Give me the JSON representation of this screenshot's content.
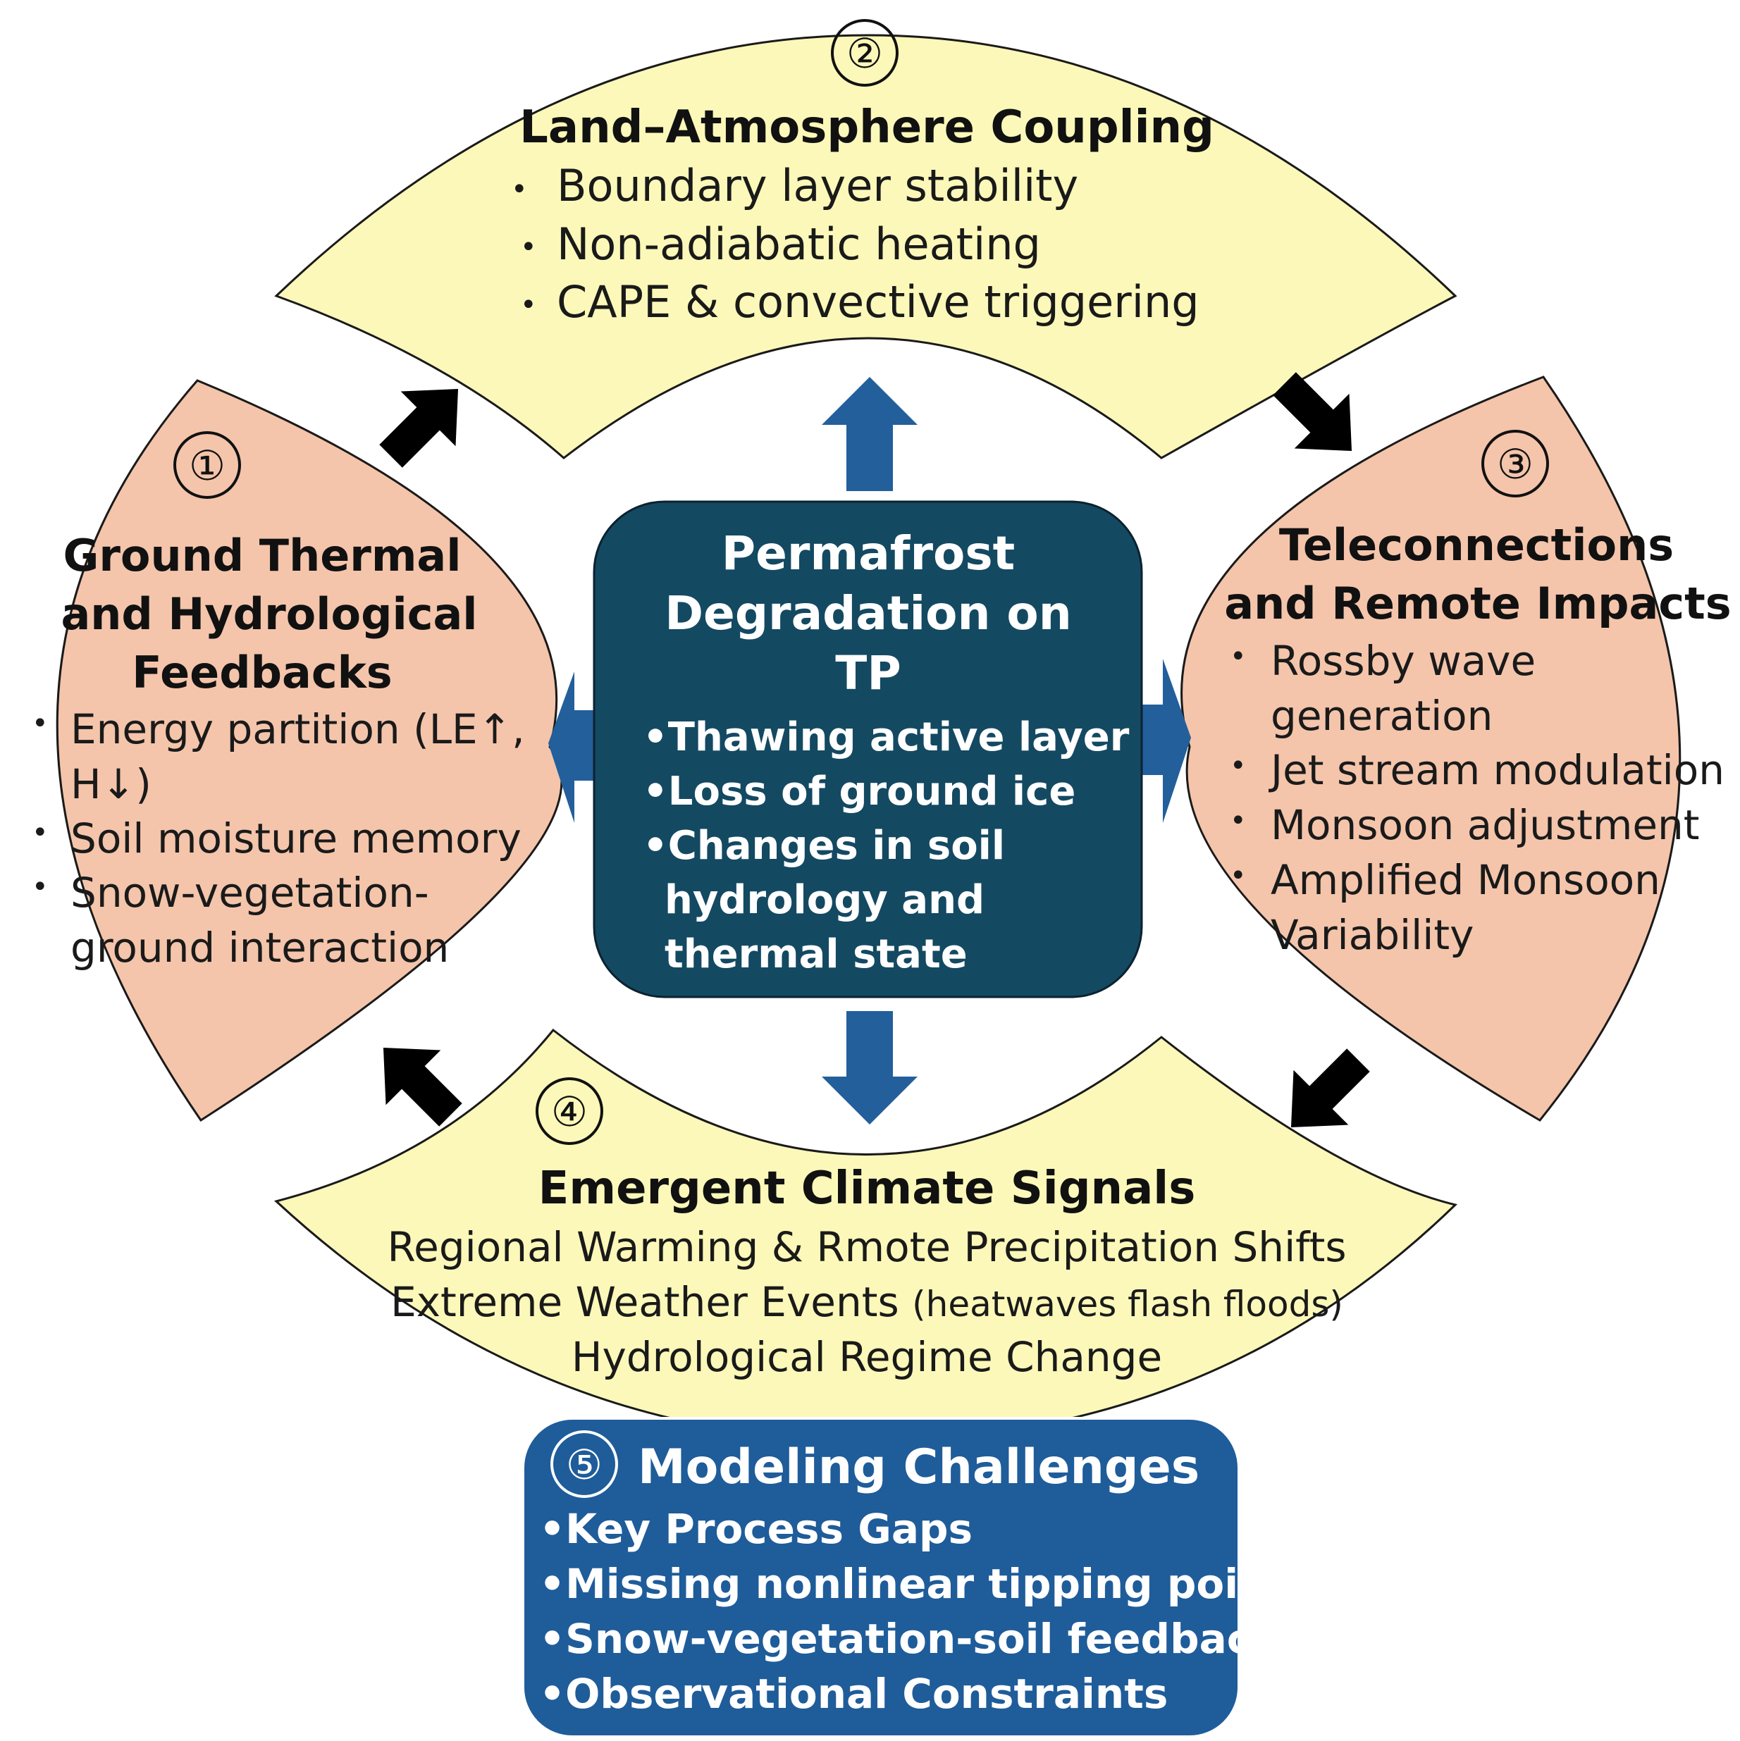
{
  "colors": {
    "yellow_fill": "#fbf8b9",
    "salmon_fill": "#f4c5ab",
    "center_fill": "#144962",
    "modeling_fill": "#1f5c9a",
    "blue_arrow": "#235f9b",
    "black_arrow": "#000000"
  },
  "center": {
    "title_lines": [
      "Permafrost",
      "Degradation on",
      "TP"
    ],
    "bullets": [
      "•Thawing active layer",
      "•Loss of ground ice",
      "•Changes in soil"
    ],
    "continuation": [
      "hydrology and",
      "thermal state"
    ]
  },
  "box1": {
    "number": "①",
    "title_lines": [
      "Ground Thermal",
      "and Hydrological",
      "Feedbacks"
    ],
    "bullet_marks": [
      "•",
      "•",
      "•"
    ],
    "lines": [
      "Energy partition (LE↑,",
      "H↓)",
      "Soil moisture memory",
      "Snow-vegetation-",
      "ground interaction"
    ]
  },
  "box2": {
    "number": "②",
    "title": "Land–Atmosphere Coupling",
    "bullet_marks": [
      "•",
      "•",
      "•"
    ],
    "items": [
      "Boundary layer stability",
      "Non-adiabatic heating",
      "CAPE & convective triggering"
    ]
  },
  "box3": {
    "number": "③",
    "title_lines": [
      "Teleconnections",
      "and Remote Impacts"
    ],
    "bullet_marks": [
      "•",
      "•",
      "•",
      "•"
    ],
    "lines": [
      "Rossby wave",
      "generation",
      "Jet stream modulation",
      "Monsoon adjustment",
      "Amplified Monsoon",
      "Variability"
    ]
  },
  "box4": {
    "number": "④",
    "title": "Emergent Climate Signals",
    "line1": "Regional Warming & Rmote Precipitation Shifts",
    "line2_main": "Extreme Weather Events ",
    "line2_small": "(heatwaves flash floods)",
    "line3": "Hydrological Regime Change"
  },
  "box5": {
    "number": "⑤",
    "title": "Modeling Challenges",
    "items": [
      "•Key Process Gaps",
      "•Missing nonlinear tipping points",
      "•Snow-vegetation-soil feedbacks",
      "•Observational Constraints"
    ]
  }
}
